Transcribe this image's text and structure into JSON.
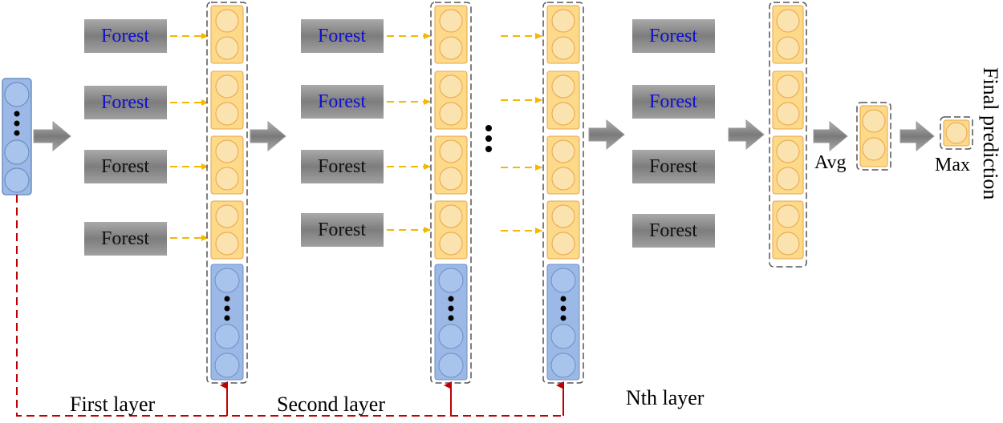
{
  "colors": {
    "forest_box": "#8f8f8f",
    "forest_box_light": "#b5b5b5",
    "forest_text_blue": "#1010d0",
    "forest_text_black": "#111111",
    "orange_fill": "#fdd98a",
    "orange_cell": "#fbe3b0",
    "orange_stroke": "#e8a54a",
    "blue_fill": "#9bb8e6",
    "blue_cell": "#a8c4ec",
    "blue_stroke": "#6d8fc4",
    "arrow_gray": "#8a8a8a",
    "dash_arrow": "#f5b800",
    "feedback_red": "#c00000"
  },
  "forest_label": "Forest",
  "layers": {
    "first": "First layer",
    "second": "Second layer",
    "nth": "Nth layer"
  },
  "avg_label": "Avg",
  "max_label": "Max",
  "final_label": "Final prediction"
}
